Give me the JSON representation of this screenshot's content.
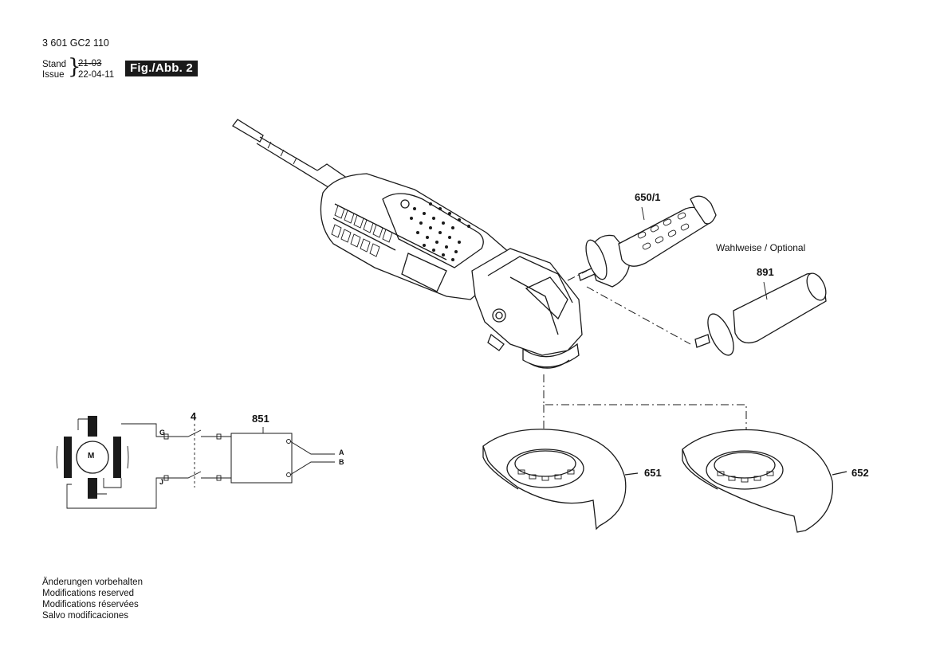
{
  "header": {
    "part_number": "3 601 GC2 110",
    "stand_label": "Stand",
    "issue_label": "Issue",
    "stand_date": "21-03",
    "issue_date": "22-04-11",
    "figure_badge": "Fig./Abb. 2"
  },
  "callouts": {
    "handle_main": "650/1",
    "handle_optional": "891",
    "optional_note": "Wahlweise / Optional",
    "guard_a": "651",
    "guard_b": "652",
    "switch": "4",
    "electronics": "851",
    "motor": "M",
    "terminal_g": "G",
    "terminal_j": "J",
    "terminal_a": "A",
    "terminal_b": "B"
  },
  "notes": [
    "Änderungen vorbehalten",
    "Modifications reserved",
    "Modifications réservées",
    "Salvo modificaciones"
  ]
}
